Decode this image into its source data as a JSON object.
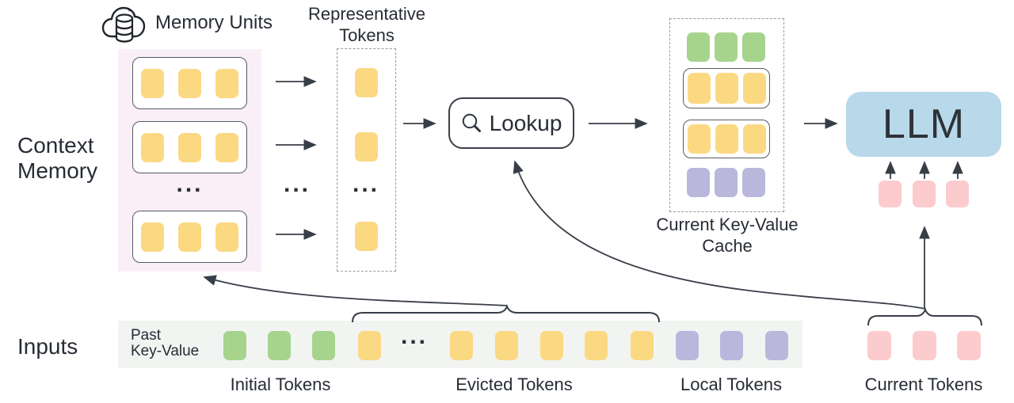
{
  "figure": {
    "labels": {
      "context_memory": {
        "line1": "Context",
        "line2": "Memory"
      },
      "memory_units": "Memory Units",
      "representative_tokens": {
        "line1": "Representative",
        "line2": "Tokens"
      },
      "lookup": "Lookup",
      "current_kv_cache": {
        "line1": "Current Key-Value",
        "line2": "Cache"
      },
      "llm": "LLM",
      "inputs": "Inputs",
      "past_key_value": {
        "line1": "Past",
        "line2": "Key-Value"
      },
      "groups": {
        "initial": "Initial Tokens",
        "evicted": "Evicted Tokens",
        "local": "Local Tokens",
        "current": "Current Tokens"
      },
      "ellipsis": "..."
    },
    "icons": [
      "cloud-database-icon",
      "search-icon"
    ],
    "colors": {
      "yellow_token": "#FBD983",
      "green_token": "#A6D48D",
      "purple_token": "#BAB7DC",
      "pink_token": "#FCCBCE",
      "llm_blue": "#B7D9EA",
      "memory_panel_bg": "#FAEEF7",
      "input_strip_bg": "#F2F4F2",
      "arrow": "#383E47",
      "dashed_border": "#9A9A9A"
    },
    "structure": {
      "context_memory_units": {
        "count_shown": 3,
        "tokens_per_unit": 3,
        "token_color": "yellow",
        "more_units_ellipsis": true
      },
      "representative_tokens": {
        "count_shown": 3,
        "token_color": "yellow",
        "more_ellipsis": true
      },
      "current_kv_cache_rows": [
        {
          "tokens": 3,
          "color": "green",
          "boxed": false
        },
        {
          "tokens": 3,
          "color": "yellow",
          "boxed": true
        },
        {
          "tokens": 3,
          "color": "yellow",
          "boxed": true
        },
        {
          "tokens": 3,
          "color": "purple",
          "boxed": false
        }
      ],
      "llm_input_tokens": {
        "count": 3,
        "color": "pink"
      },
      "input_sequence": [
        "green",
        "green",
        "green",
        "yellow",
        "ellipsis",
        "yellow",
        "yellow",
        "yellow",
        "yellow",
        "yellow",
        "purple",
        "purple",
        "purple"
      ],
      "current_tokens": {
        "count": 3,
        "color": "pink"
      }
    }
  }
}
